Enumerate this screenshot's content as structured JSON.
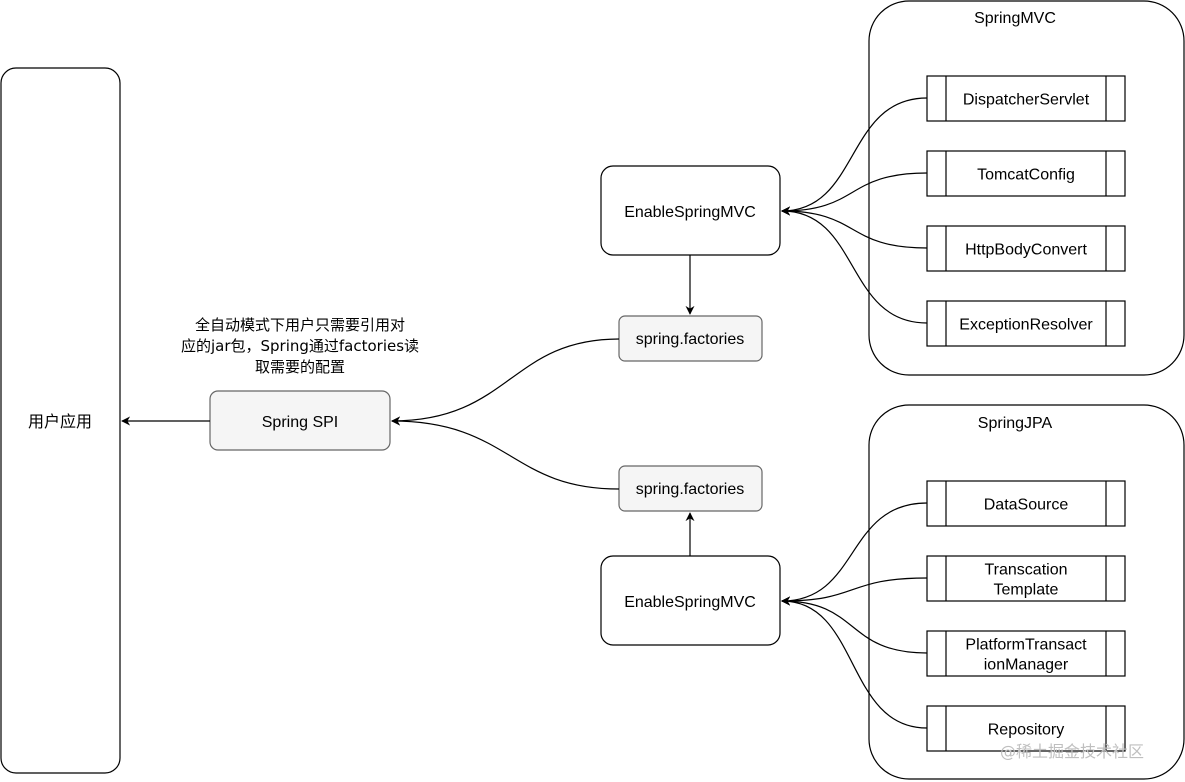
{
  "user_app": {
    "label": "用户应用"
  },
  "spring_spi": {
    "label": "Spring SPI"
  },
  "annotation": {
    "lines": [
      "全自动模式下用户只需要引用对",
      "应的jar包，Spring通过factories读",
      "取需要的配置"
    ]
  },
  "factories_top": {
    "label": "spring.factories"
  },
  "factories_bottom": {
    "label": "spring.factories"
  },
  "enable_top": {
    "label": "EnableSpringMVC"
  },
  "enable_bottom": {
    "label": "EnableSpringMVC"
  },
  "springmvc": {
    "title": "SpringMVC",
    "items": [
      {
        "lines": [
          "DispatcherServlet"
        ]
      },
      {
        "lines": [
          "TomcatConfig"
        ]
      },
      {
        "lines": [
          "HttpBodyConvert"
        ]
      },
      {
        "lines": [
          "ExceptionResolver"
        ]
      }
    ]
  },
  "springjpa": {
    "title": "SpringJPA",
    "items": [
      {
        "lines": [
          "DataSource"
        ]
      },
      {
        "lines": [
          "Transcation",
          "Template"
        ]
      },
      {
        "lines": [
          "PlatformTransact",
          "ionManager"
        ]
      },
      {
        "lines": [
          "Repository"
        ]
      }
    ]
  },
  "watermark": {
    "text": "@稀土掘金技术社区"
  },
  "colors": {
    "stroke": "#000000",
    "process_fill": "#f5f5f5",
    "process_stroke": "#666666",
    "watermark": "#bfbfbf"
  }
}
